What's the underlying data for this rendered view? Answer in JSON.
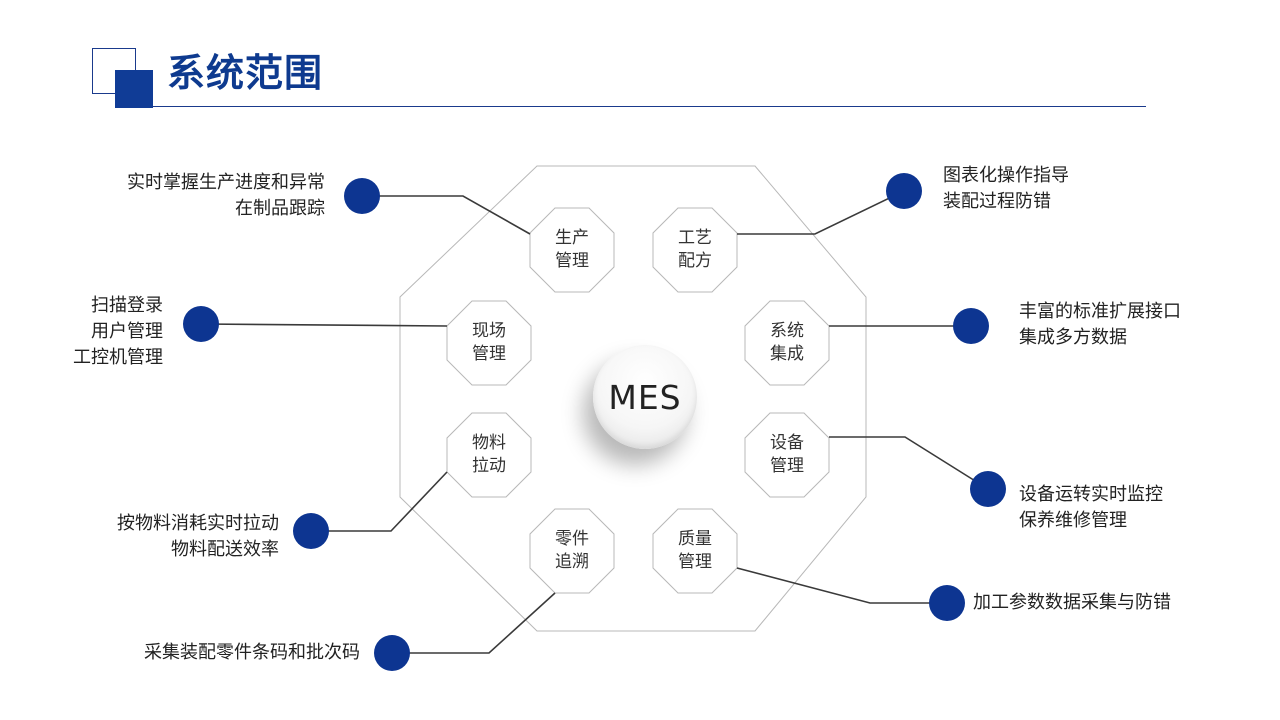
{
  "title": "系统范围",
  "center": "MES",
  "modules": [
    {
      "id": "production",
      "label": "生产\n管理"
    },
    {
      "id": "craft",
      "label": "工艺\n配方"
    },
    {
      "id": "site",
      "label": "现场\n管理"
    },
    {
      "id": "integration",
      "label": "系统\n集成"
    },
    {
      "id": "material",
      "label": "物料\n拉动"
    },
    {
      "id": "equipment",
      "label": "设备\n管理"
    },
    {
      "id": "trace",
      "label": "零件\n追溯"
    },
    {
      "id": "quality",
      "label": "质量\n管理"
    }
  ],
  "notes": [
    {
      "id": "production",
      "text": "实时掌握生产进度和异常\n在制品跟踪"
    },
    {
      "id": "craft",
      "text": "图表化操作指导\n装配过程防错"
    },
    {
      "id": "site",
      "text": "扫描登录\n用户管理\n工控机管理"
    },
    {
      "id": "integration",
      "text": "丰富的标准扩展接口\n集成多方数据"
    },
    {
      "id": "material",
      "text": "按物料消耗实时拉动\n物料配送效率"
    },
    {
      "id": "equipment",
      "text": "设备运转实时监控\n保养维修管理"
    },
    {
      "id": "trace",
      "text": "采集装配零件条码和批次码"
    },
    {
      "id": "quality",
      "text": "加工参数数据采集与防错"
    }
  ],
  "colors": {
    "accent": "#0e3a8f",
    "dot": "#0d3591",
    "line": "#3a3a3a",
    "outline": "#b8b8b8"
  }
}
